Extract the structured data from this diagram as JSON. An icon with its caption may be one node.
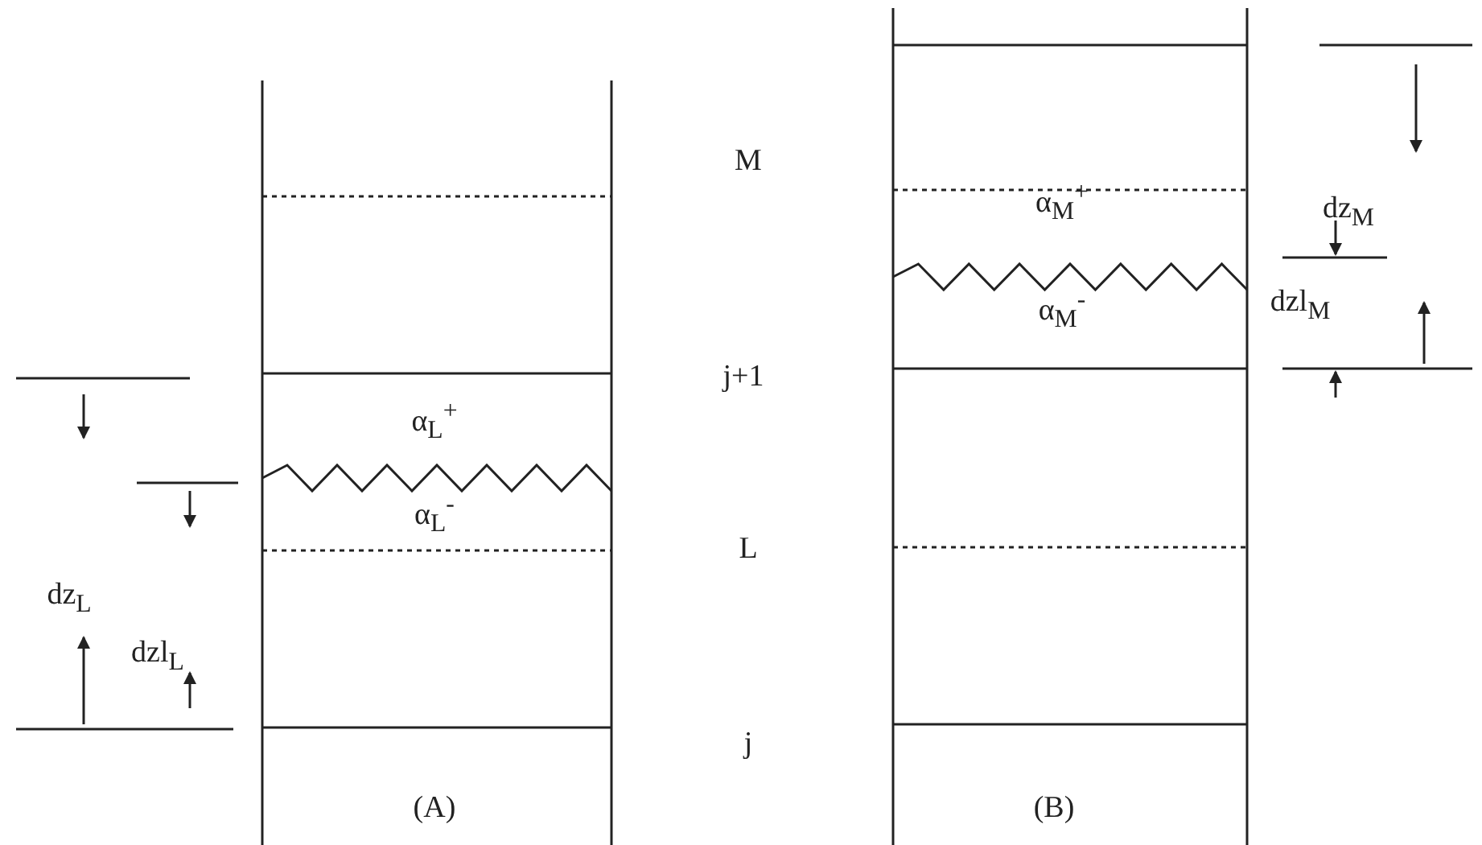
{
  "diagram": {
    "labels": [
      "M",
      "α$_{M}$$^{+}$",
      "dz$_{M}$",
      "dzl$_{M}$",
      "α$_{M}$$^{-}$",
      "j+1",
      "α$_{L}$$^{+}$",
      "α$_{L}$$^{-}$",
      "dz$_{L}$",
      "L",
      "dzl$_{L}$",
      "j",
      "(A)",
      "(B)"
    ]
  }
}
